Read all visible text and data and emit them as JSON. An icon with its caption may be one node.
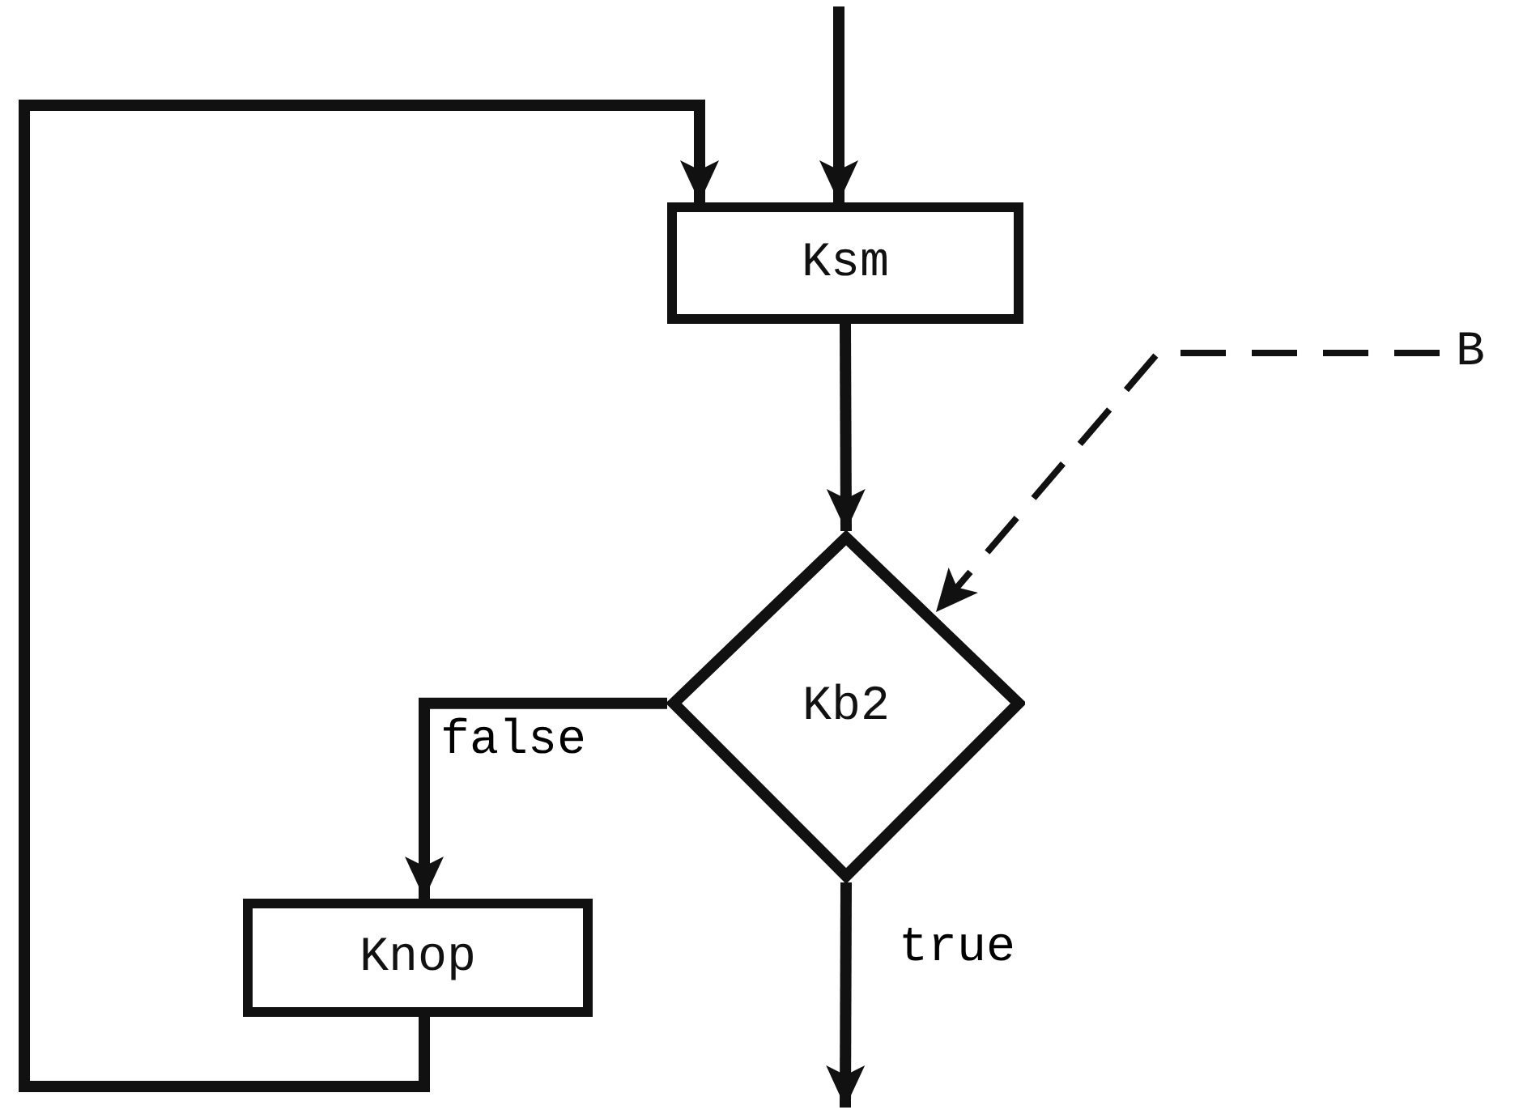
{
  "diagram": {
    "nodes": [
      {
        "text": [
          "Ksm"
        ]
      },
      {
        "text": [
          "Kb2"
        ]
      },
      {
        "text": [
          "Knop"
        ]
      },
      {
        "text": [
          "B"
        ]
      }
    ],
    "edges": [
      {
        "from": null,
        "to": 0,
        "arrow": "to"
      },
      {
        "from": 0,
        "to": 1,
        "arrow": "to"
      },
      {
        "from": 1,
        "to": 2,
        "arrow": "to",
        "label": "false"
      },
      {
        "from": 1,
        "to": null,
        "arrow": "to",
        "label": "true"
      },
      {
        "from": 2,
        "to": 0,
        "arrow": "to"
      },
      {
        "from": 3,
        "to": 1,
        "arrow": "to",
        "style": "dashed"
      }
    ]
  }
}
